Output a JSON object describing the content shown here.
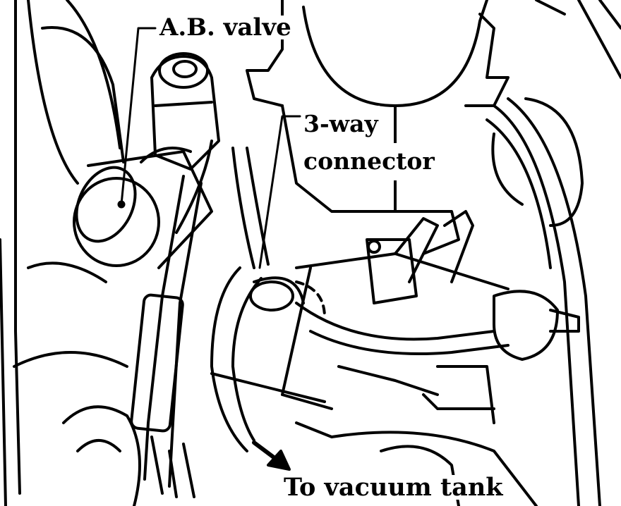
{
  "labels": {
    "ab_valve": "A.B. valve",
    "three_way_line1": "3-way",
    "three_way_line2": "connector",
    "to_vacuum_tank": "To vacuum tank"
  },
  "colors": {
    "ink": "#000000",
    "paper": "#ffffff"
  }
}
